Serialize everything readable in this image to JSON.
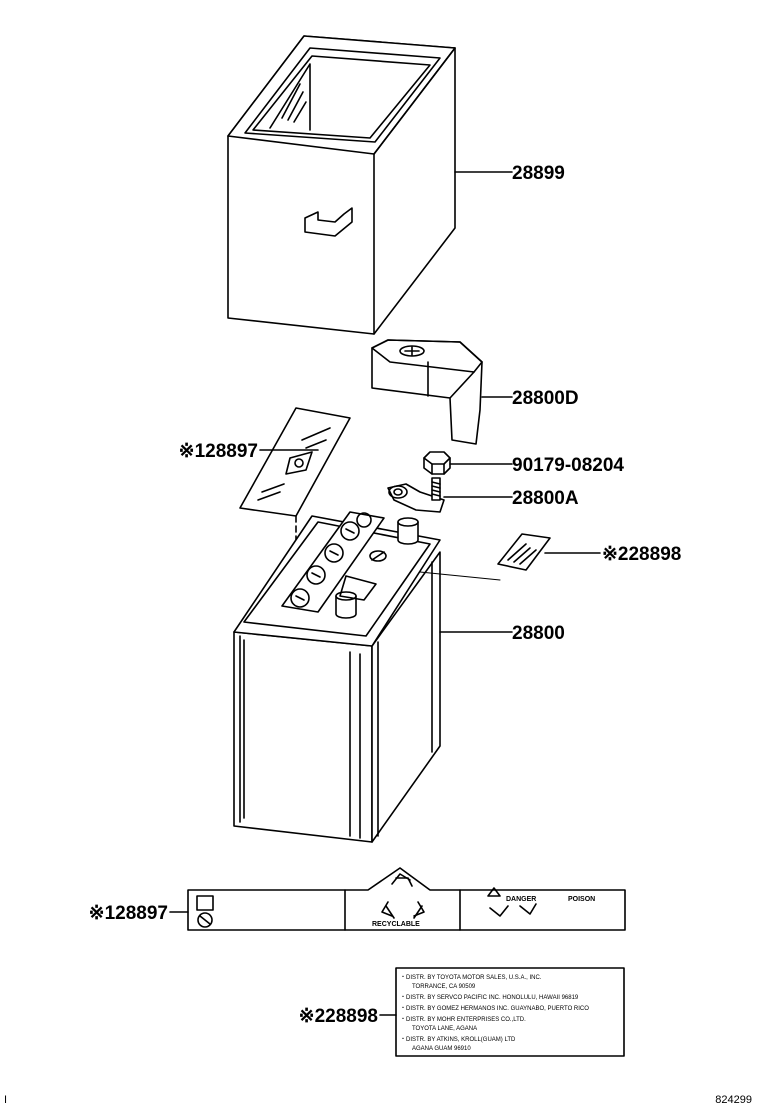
{
  "callouts": {
    "box": "28899",
    "clamp": "28800D",
    "bolt": "90179-08204",
    "terminal": "28800A",
    "label_small_left": "※128897",
    "label_small_right": "※228898",
    "battery": "28800",
    "label_detail_top": "※128897",
    "label_detail_bottom": "※228898"
  },
  "label_detail_top": {
    "recyclable_text": "RECYCLABLE",
    "danger_text": "DANGER",
    "poison_text": "POISON"
  },
  "label_detail_bottom": {
    "lines": [
      "・DISTR. BY TOYOTA MOTOR SALES, U.S.A., INC.",
      "TORRANCE, CA 90509",
      "・DISTR. BY SERVCO PACIFIC INC. HONOLULU, HAWAII 96819",
      "・DISTR. BY GOMEZ HERMANOS INC. GUAYNABO, PUERTO RICO",
      "・DISTR. BY MOHR ENTERPRISES CO.,LTD.",
      "TOYOTA LANE, AGANA",
      "・DISTR. BY ATKINS, KROLL(GUAM) LTD",
      "AGANA GUAM 96910"
    ]
  },
  "footer": {
    "left_mark": "I",
    "figure_number": "824299"
  }
}
